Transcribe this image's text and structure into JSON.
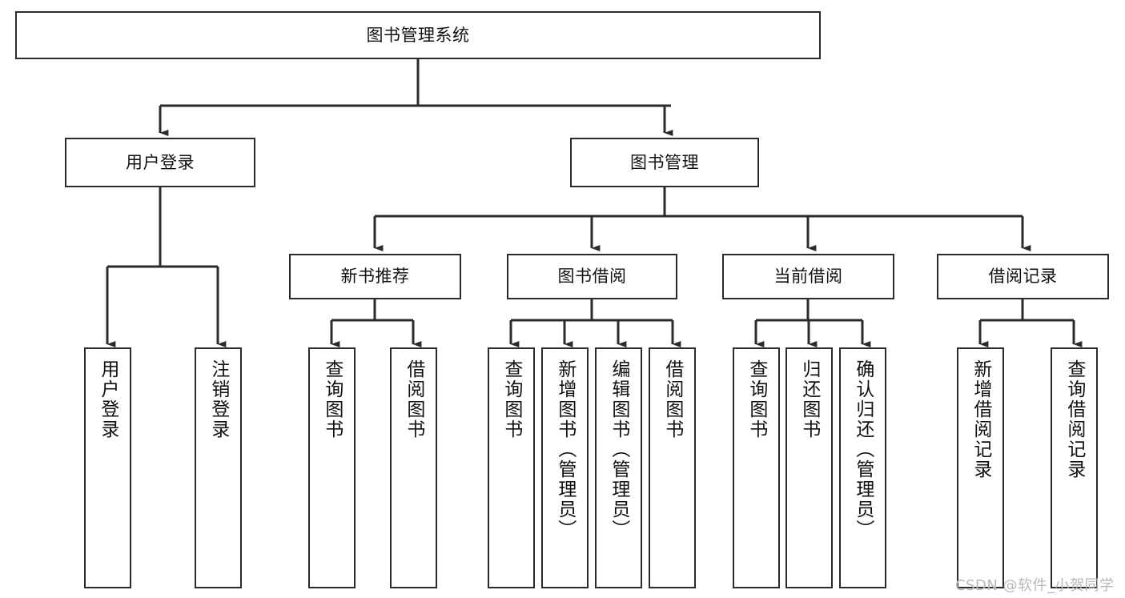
{
  "diagram": {
    "type": "tree-hierarchy-flowchart",
    "title": "图书管理系统",
    "orientation": "top-down",
    "colors": {
      "border": "#2b2b2b",
      "fill": "#ffffff",
      "text": "#111111",
      "edge": "#2b2b2b",
      "watermark": "#b8b8b8"
    },
    "levels": {
      "root": {
        "label": "图书管理系统"
      },
      "level2": [
        {
          "id": "user-login",
          "label": "用户登录"
        },
        {
          "id": "book-management",
          "label": "图书管理"
        }
      ],
      "level3": [
        {
          "id": "new-book-recommend",
          "label": "新书推荐",
          "parent": "book-management"
        },
        {
          "id": "book-borrow",
          "label": "图书借阅",
          "parent": "book-management"
        },
        {
          "id": "current-borrow",
          "label": "当前借阅",
          "parent": "book-management"
        },
        {
          "id": "borrow-record",
          "label": "借阅记录",
          "parent": "book-management"
        }
      ],
      "leaves": [
        {
          "id": "leaf-user-login",
          "label": "用户登录",
          "parent": "user-login"
        },
        {
          "id": "leaf-logout-login",
          "label": "注销登录",
          "parent": "user-login"
        },
        {
          "id": "leaf-query-book-1",
          "label": "查询图书",
          "parent": "new-book-recommend"
        },
        {
          "id": "leaf-borrow-book-1",
          "label": "借阅图书",
          "parent": "new-book-recommend"
        },
        {
          "id": "leaf-query-book-2",
          "label": "查询图书",
          "parent": "book-borrow"
        },
        {
          "id": "leaf-add-book",
          "label": "新增图书（管理员）",
          "parent": "book-borrow"
        },
        {
          "id": "leaf-edit-book",
          "label": "编辑图书（管理员）",
          "parent": "book-borrow"
        },
        {
          "id": "leaf-borrow-book-2",
          "label": "借阅图书",
          "parent": "book-borrow"
        },
        {
          "id": "leaf-query-book-3",
          "label": "查询图书",
          "parent": "current-borrow"
        },
        {
          "id": "leaf-return-book",
          "label": "归还图书",
          "parent": "current-borrow"
        },
        {
          "id": "leaf-confirm-return",
          "label": "确认归还（管理员）",
          "parent": "current-borrow"
        },
        {
          "id": "leaf-add-borrow-record",
          "label": "新增借阅记录",
          "parent": "borrow-record"
        },
        {
          "id": "leaf-query-borrow-record",
          "label": "查询借阅记录",
          "parent": "borrow-record"
        }
      ]
    },
    "watermark": "CSDN @软件_小贺同学"
  }
}
